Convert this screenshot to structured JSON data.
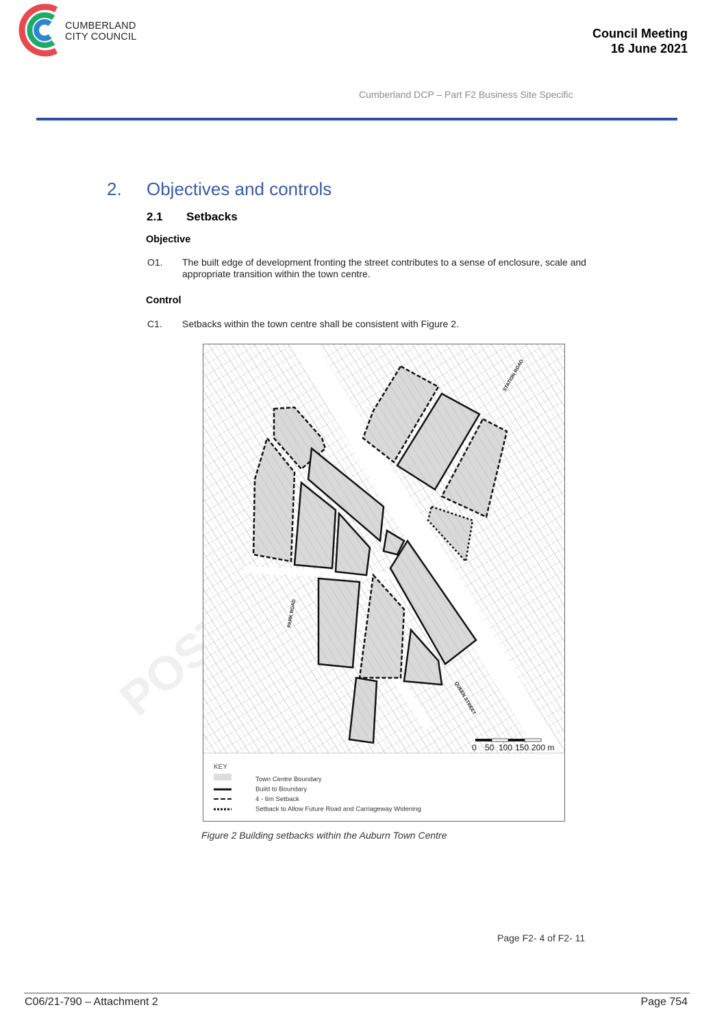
{
  "header": {
    "org_line1": "CUMBERLAND",
    "org_line2": "CITY COUNCIL",
    "meeting_title": "Council Meeting",
    "meeting_date": "16 June 2021",
    "document_subtitle": "Cumberland DCP – Part F2 Business Site Specific",
    "colors": {
      "rule": "#2b50a0",
      "heading": "#3a5aa8",
      "logo_red": "#e8484f",
      "logo_green": "#1faa6a",
      "logo_blue": "#2f86d0"
    }
  },
  "section": {
    "number": "2.",
    "title": "Objectives and controls",
    "subsection_number": "2.1",
    "subsection_title": "Setbacks",
    "objective_label": "Objective",
    "objective_number": "O1.",
    "objective_text": "The built edge of development fronting the street contributes to a sense of enclosure, scale and appropriate transition within the town centre.",
    "control_label": "Control",
    "control_number": "C1.",
    "control_text": "Setbacks within the town centre shall be consistent with Figure 2."
  },
  "figure": {
    "street_labels": [
      "STATION ROAD",
      "PARK ROAD",
      "QUEEN STREET"
    ],
    "scale_labels": [
      "0",
      "50",
      "100",
      "150",
      "200 m"
    ],
    "key_title": "KEY",
    "key_items": [
      "Town Centre Boundary",
      "Build to Boundary",
      "4 - 6m Setback",
      "Setback to Allow Future Road and Carriageway Widening"
    ],
    "caption": "Figure 2 Building setbacks within the Auburn Town Centre"
  },
  "page_number": "Page F2- 4 of F2- 11",
  "footer": {
    "reference": "C06/21-790 – Attachment 2",
    "page": "Page 754"
  }
}
